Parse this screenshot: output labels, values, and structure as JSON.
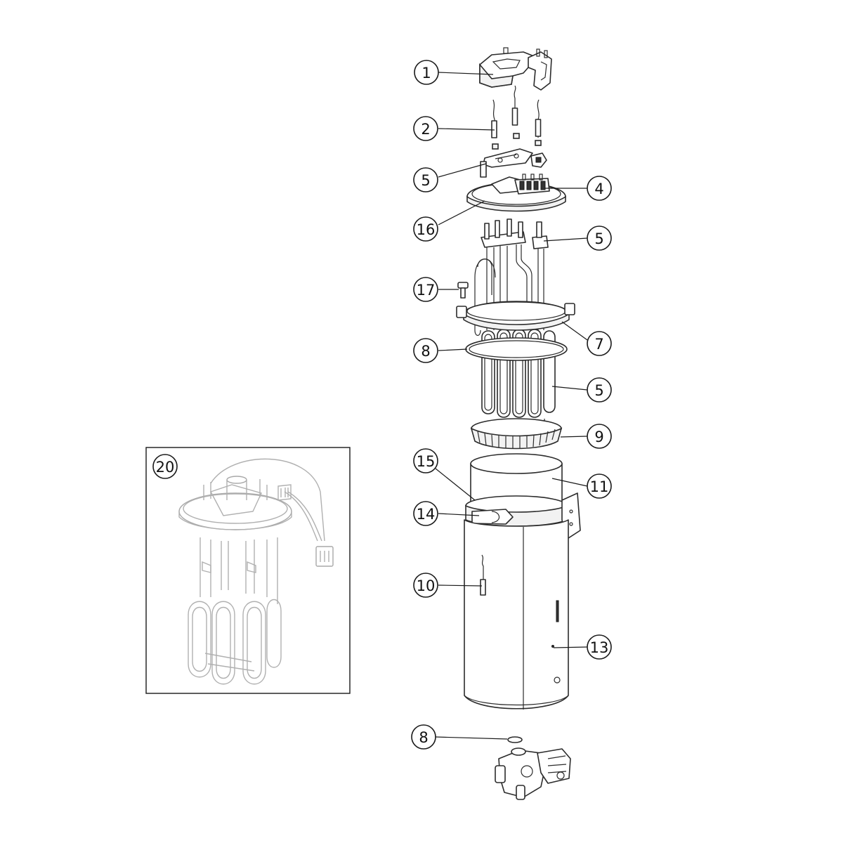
{
  "diagram": {
    "callouts": [
      {
        "id": "c1",
        "label": "1"
      },
      {
        "id": "c2",
        "label": "2"
      },
      {
        "id": "c5a",
        "label": "5"
      },
      {
        "id": "c4",
        "label": "4"
      },
      {
        "id": "c16",
        "label": "16"
      },
      {
        "id": "c5b",
        "label": "5"
      },
      {
        "id": "c17",
        "label": "17"
      },
      {
        "id": "c7",
        "label": "7"
      },
      {
        "id": "c8a",
        "label": "8"
      },
      {
        "id": "c5c",
        "label": "5"
      },
      {
        "id": "c9",
        "label": "9"
      },
      {
        "id": "c15",
        "label": "15"
      },
      {
        "id": "c11",
        "label": "11"
      },
      {
        "id": "c14",
        "label": "14"
      },
      {
        "id": "c10",
        "label": "10"
      },
      {
        "id": "c13",
        "label": "13"
      },
      {
        "id": "c8b",
        "label": "8"
      },
      {
        "id": "c20",
        "label": "20"
      }
    ]
  }
}
